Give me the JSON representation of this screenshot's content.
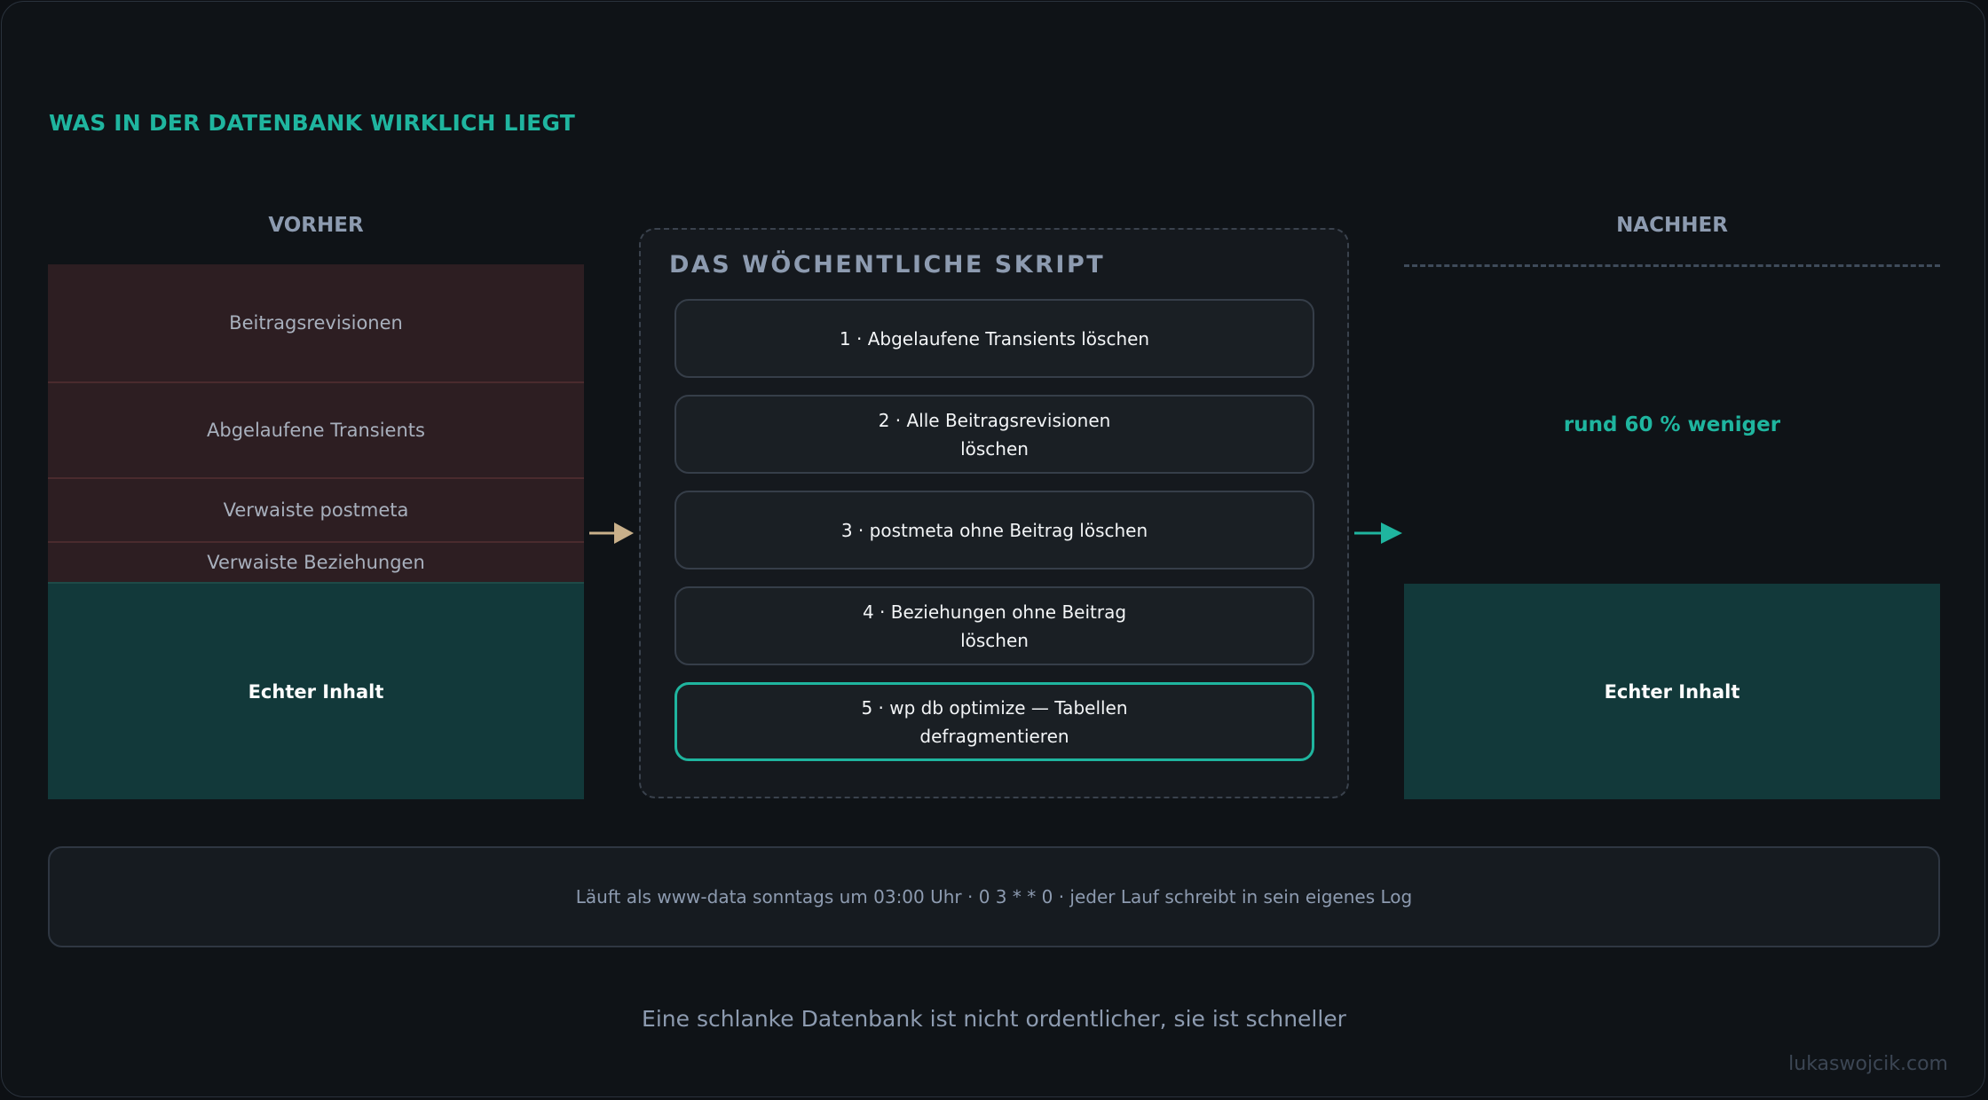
{
  "heading": "WAS IN DER DATENBANK WIRKLICH LIEGT",
  "before": {
    "title": "VORHER",
    "segments": [
      "Beitragsrevisionen",
      "Abgelaufene Transients",
      "Verwaiste postmeta",
      "Verwaiste Beziehungen"
    ],
    "content_label": "Echter Inhalt"
  },
  "script": {
    "title": "DAS WÖCHENTLICHE SKRIPT",
    "steps": [
      "1 · Abgelaufene Transients löschen",
      "2 · Alle Beitragsrevisionen löschen",
      "3 · postmeta ohne Beitrag löschen",
      "4 · Beziehungen ohne Beitrag löschen",
      "5 · wp db optimize — Tabellen defragmentieren"
    ]
  },
  "after": {
    "title": "NACHHER",
    "reduction": "rund 60 % weniger",
    "content_label": "Echter Inhalt"
  },
  "schedule": "Läuft als www-data sonntags um 03:00 Uhr · 0 3 * * 0 · jeder Lauf schreibt in sein eigenes Log",
  "tagline": "Eine schlanke Datenbank ist nicht ordentlicher, sie ist schneller",
  "credit": "lukaswojcik.com",
  "colors": {
    "accent": "#1fb59f",
    "waste": "#2d1e22",
    "content": "#12393a",
    "arrow_in": "#c9b08a"
  }
}
